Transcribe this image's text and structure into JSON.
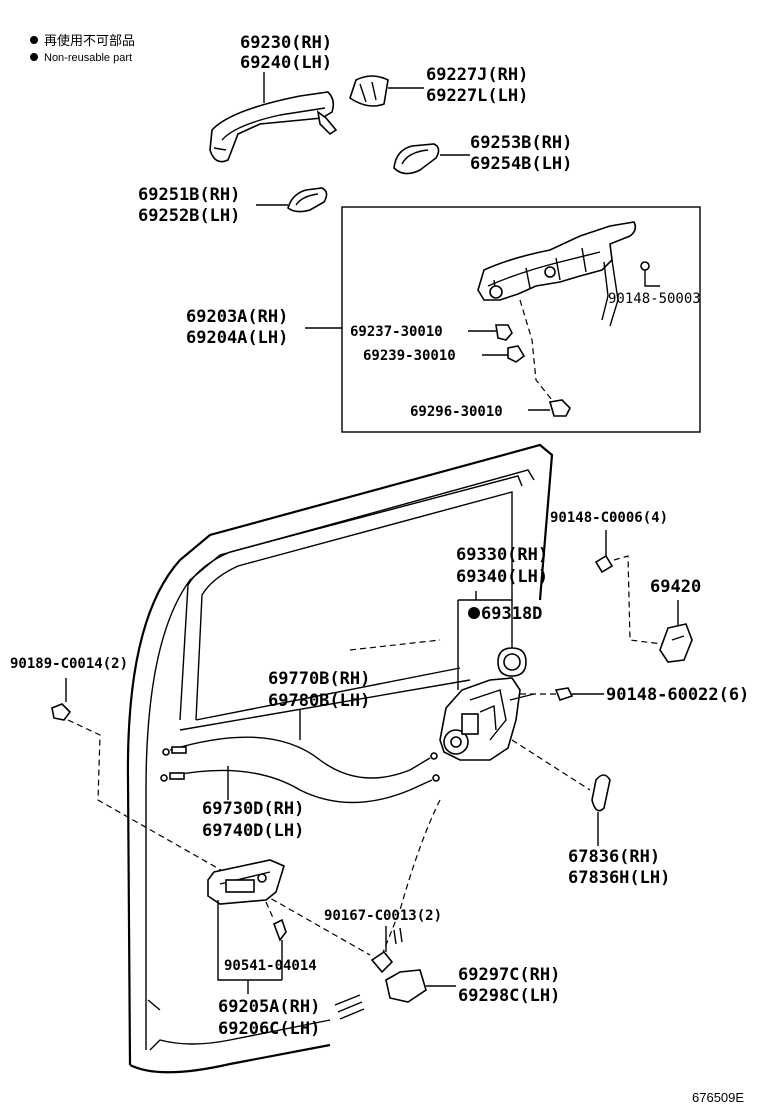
{
  "legend": {
    "line1": "再使用不可部品",
    "line2": "Non-reusable part"
  },
  "labels": {
    "p69230": "69230(RH)",
    "p69240": "69240(LH)",
    "p69227J": "69227J(RH)",
    "p69227L": "69227L(LH)",
    "p69253B": "69253B(RH)",
    "p69254B": "69254B(LH)",
    "p69251B": "69251B(RH)",
    "p69252B": "69252B(LH)",
    "p90148_50003": "90148-50003",
    "p69203A": "69203A(RH)",
    "p69204A": "69204A(LH)",
    "p69237": "69237-30010",
    "p69239": "69239-30010",
    "p69296": "69296-30010",
    "p90148_C0006": "90148-C0006(4)",
    "p69330": "69330(RH)",
    "p69340": "69340(LH)",
    "p69420": "69420",
    "p69318D": "69318D",
    "p90189": "90189-C0014(2)",
    "p69770B": "69770B(RH)",
    "p69780B": "69780B(LH)",
    "p90148_60022": "90148-60022(6)",
    "p69730D": "69730D(RH)",
    "p69740D": "69740D(LH)",
    "p67836": "67836(RH)",
    "p67836H": "67836H(LH)",
    "p90167": "90167-C0013(2)",
    "p90541": "90541-04014",
    "p69297C": "69297C(RH)",
    "p69298C": "69298C(LH)",
    "p69205A": "69205A(RH)",
    "p69206C": "69206C(LH)",
    "figure_code": "676509E"
  }
}
